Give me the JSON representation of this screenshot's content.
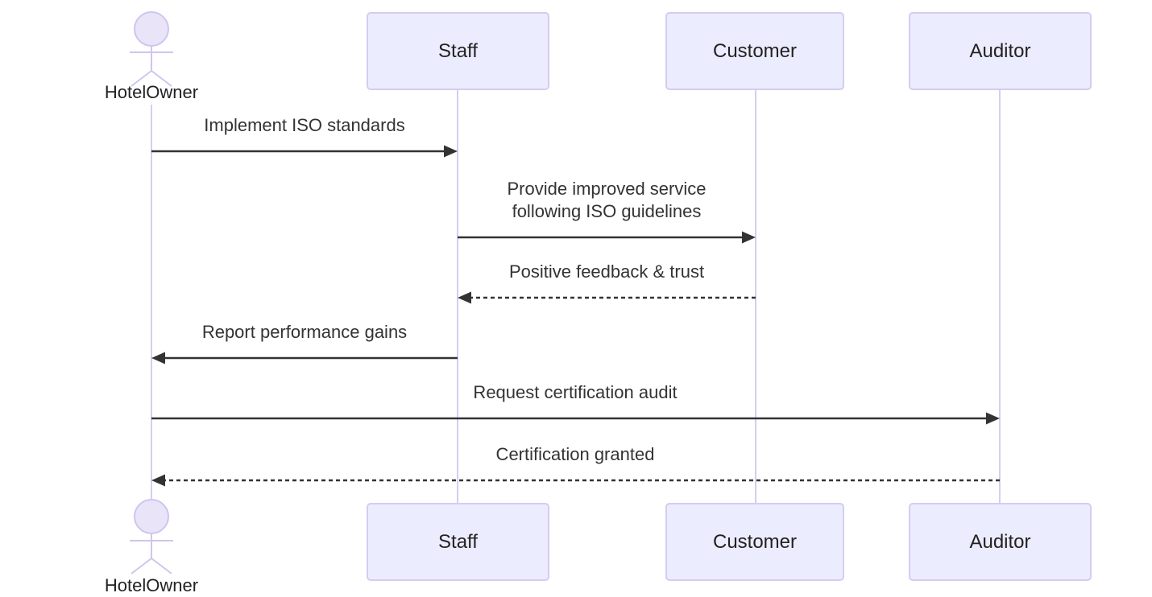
{
  "diagram": {
    "type": "sequence-diagram",
    "background": "#ffffff",
    "colors": {
      "participant_fill": "#ECECFF",
      "participant_border": "#D5CCF1",
      "lifeline": "#D5CCF1",
      "actor_figure": "#CFC5EE",
      "message_line": "#333333",
      "message_text": "#333333",
      "label_text": "#222222"
    },
    "participants": {
      "hotelowner": {
        "label": "HotelOwner",
        "kind": "actor"
      },
      "staff": {
        "label": "Staff",
        "kind": "participant"
      },
      "customer": {
        "label": "Customer",
        "kind": "participant"
      },
      "auditor": {
        "label": "Auditor",
        "kind": "participant"
      }
    },
    "messages": [
      {
        "from": "HotelOwner",
        "to": "Staff",
        "label": "Implement ISO standards",
        "line_style": "solid",
        "direction": "right"
      },
      {
        "from": "Staff",
        "to": "Customer",
        "label": "Provide improved service following ISO guidelines",
        "label_lines": [
          "Provide improved service",
          "following ISO guidelines"
        ],
        "line_style": "solid",
        "direction": "right"
      },
      {
        "from": "Customer",
        "to": "Staff",
        "label": "Positive feedback & trust",
        "line_style": "dashed",
        "direction": "left"
      },
      {
        "from": "Staff",
        "to": "HotelOwner",
        "label": "Report performance gains",
        "line_style": "solid",
        "direction": "left"
      },
      {
        "from": "HotelOwner",
        "to": "Auditor",
        "label": "Request certification audit",
        "line_style": "solid",
        "direction": "right"
      },
      {
        "from": "Auditor",
        "to": "HotelOwner",
        "label": "Certification granted",
        "line_style": "dashed",
        "direction": "left"
      }
    ]
  }
}
